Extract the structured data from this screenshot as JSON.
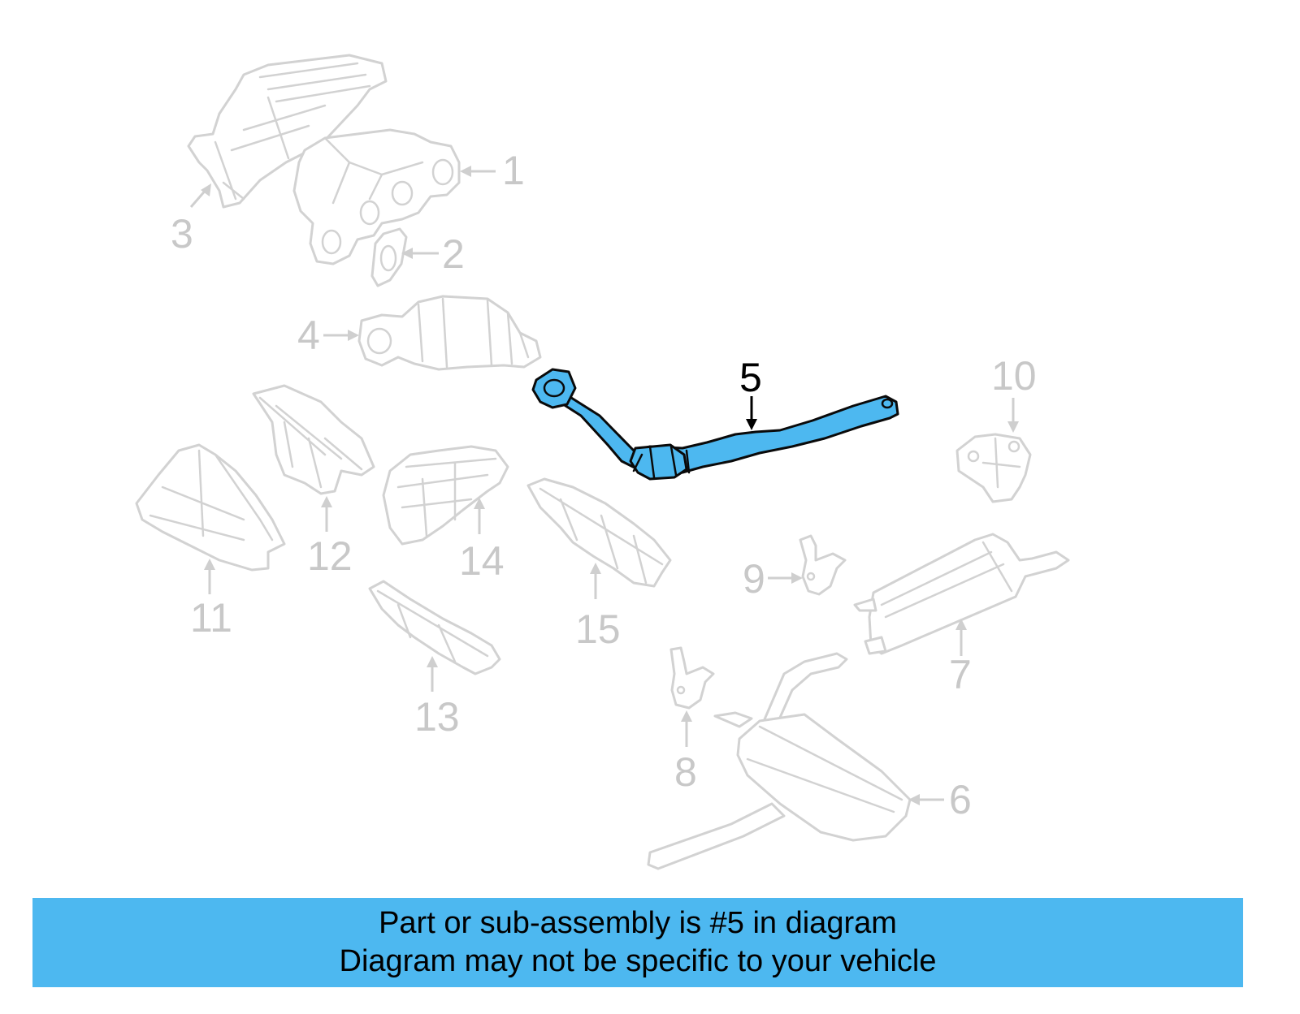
{
  "diagram": {
    "highlighted_part": "5",
    "highlight_color": "#4db8f0",
    "ghost_color": "#d2d2d2",
    "callouts": [
      {
        "id": "c1",
        "label": "1"
      },
      {
        "id": "c2",
        "label": "2"
      },
      {
        "id": "c3",
        "label": "3"
      },
      {
        "id": "c4",
        "label": "4"
      },
      {
        "id": "c5",
        "label": "5"
      },
      {
        "id": "c6",
        "label": "6"
      },
      {
        "id": "c7",
        "label": "7"
      },
      {
        "id": "c8",
        "label": "8"
      },
      {
        "id": "c9",
        "label": "9"
      },
      {
        "id": "c10",
        "label": "10"
      },
      {
        "id": "c11",
        "label": "11"
      },
      {
        "id": "c12",
        "label": "12"
      },
      {
        "id": "c13",
        "label": "13"
      },
      {
        "id": "c14",
        "label": "14"
      },
      {
        "id": "c15",
        "label": "15"
      }
    ]
  },
  "banner": {
    "color": "#4db8f0",
    "line1": "Part or sub-assembly is #5 in diagram",
    "line2": "Diagram may not be specific to your vehicle"
  }
}
